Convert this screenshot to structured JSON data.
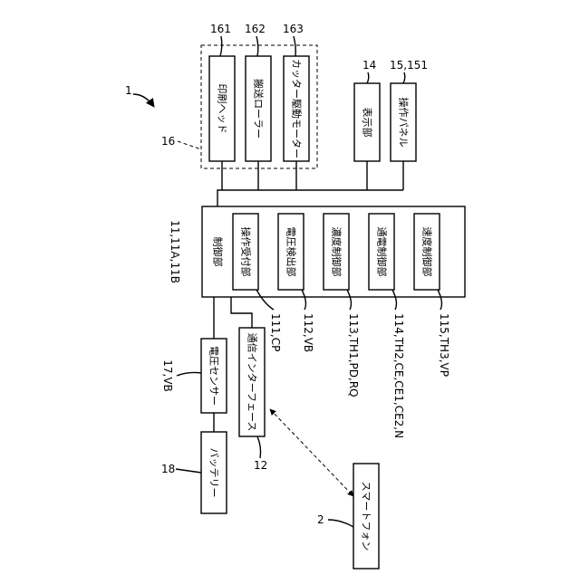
{
  "figure": {
    "system_ref": "1",
    "unit_group_ref": "16",
    "print_head": {
      "ref": "161",
      "label": "印刷ヘッド"
    },
    "feed_roller": {
      "ref": "162",
      "label": "搬送ローラー"
    },
    "cutter_motor": {
      "ref": "163",
      "label": "カッター駆動モーター"
    },
    "display": {
      "ref": "14",
      "label": "表示部"
    },
    "operation_panel": {
      "ref": "15,151",
      "label": "操作パネル"
    },
    "controller": {
      "ref": "11,11A,11B",
      "label": "制御部",
      "subunits": [
        {
          "label": "操作受付部",
          "ref": "111,CP"
        },
        {
          "label": "電圧検出部",
          "ref": "112,VB"
        },
        {
          "label": "濃度制御部",
          "ref": "113,TH1,PD,RQ"
        },
        {
          "label": "通電制御部",
          "ref": "114,TH2,CE,CE1,CE2,N"
        },
        {
          "label": "速度制御部",
          "ref": "115,TH3,VP"
        }
      ]
    },
    "voltage_sensor": {
      "ref": "17,VB",
      "label": "電圧センサー"
    },
    "comm_interface": {
      "ref": "12",
      "label": "通信インターフェース"
    },
    "battery": {
      "ref": "18",
      "label": "バッテリー"
    },
    "smartphone": {
      "ref": "2",
      "label": "スマートフォン"
    }
  }
}
